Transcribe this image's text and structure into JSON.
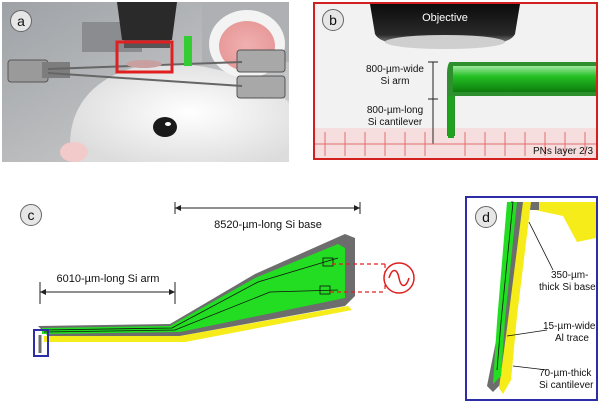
{
  "panel_letters": {
    "a": "a",
    "b": "b",
    "c": "c",
    "d": "d"
  },
  "panel_b": {
    "objective": "Objective",
    "arm_width": [
      "800-µm-wide",
      "Si arm"
    ],
    "cantilever_length": [
      "800-µm-long",
      "Si cantilever"
    ],
    "layer": "PNs layer 2/3"
  },
  "panel_c": {
    "base_length": "8520-µm-long Si base",
    "arm_length": "6010-µm-long Si arm"
  },
  "panel_d": {
    "base_thickness": [
      "350-µm-",
      "thick Si base"
    ],
    "trace_width": [
      "15-µm-wide",
      "Al trace"
    ],
    "cantilever_thickness": [
      "70-µm-thick",
      "Si cantilever"
    ]
  },
  "colors": {
    "green": "#22dd22",
    "yellow": "#f5ec1a",
    "gray": "#6d6d6d",
    "red_frame": "#d21f1f",
    "blue_frame": "#2d2da8"
  }
}
